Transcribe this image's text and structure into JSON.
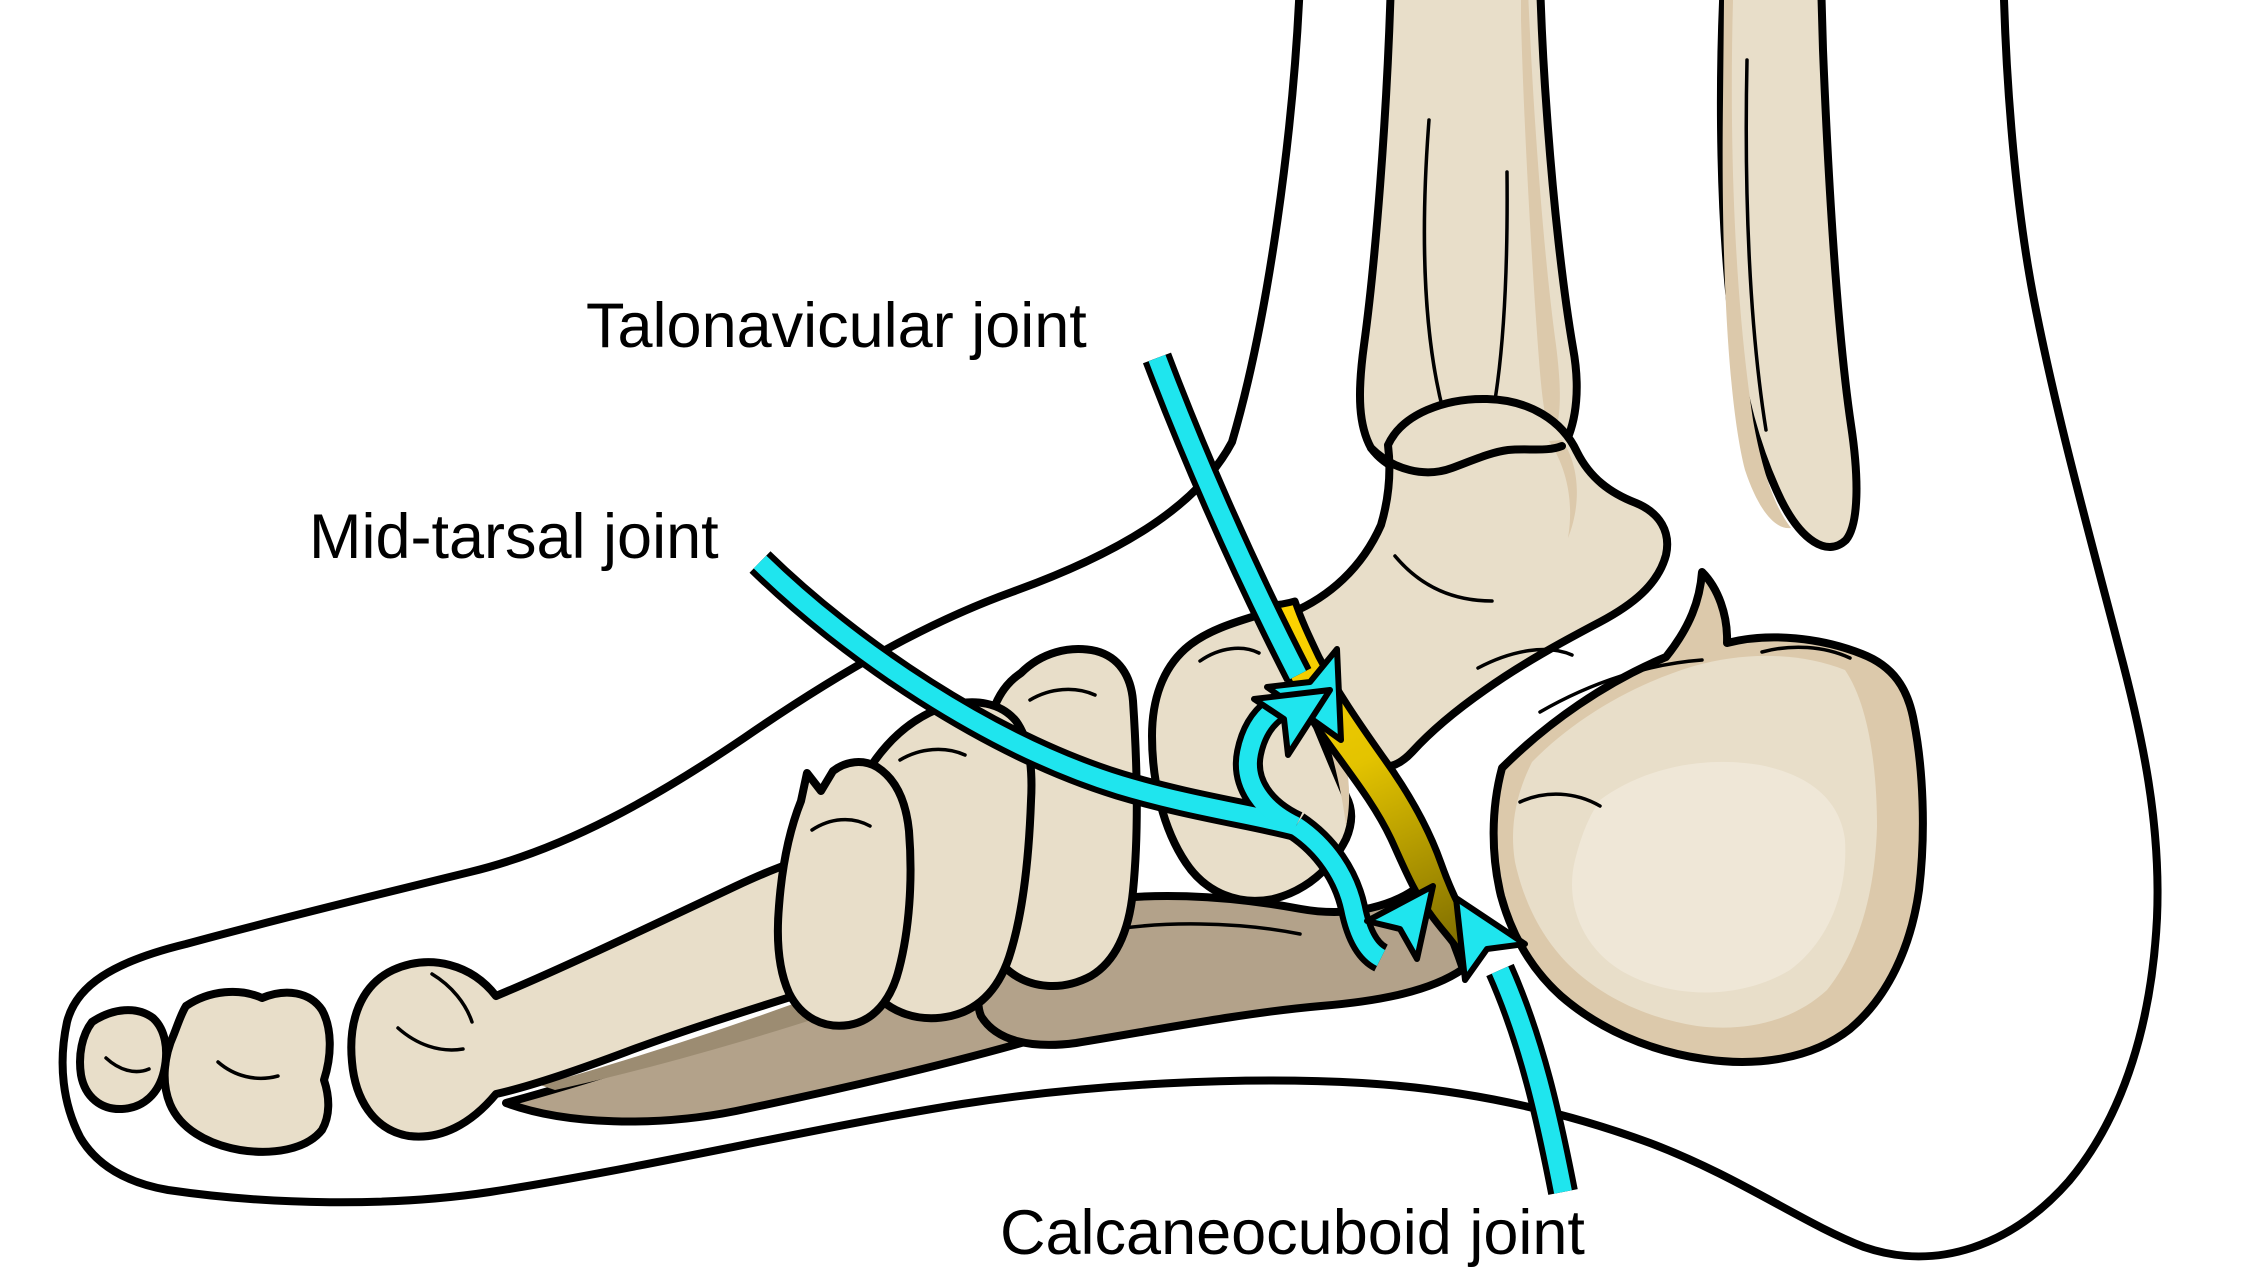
{
  "figure": {
    "type": "anatomical-diagram",
    "subject": "Lateral view of foot skeleton with joints highlighted",
    "labels": {
      "talonavicular": "Talonavicular joint",
      "midtarsal": "Mid-tarsal joint",
      "calcaneocuboid": "Calcaneocuboid joint"
    },
    "annotations": [
      {
        "label": "Talonavicular joint",
        "marker": "cyan-arrow",
        "points_to": "talonavicular-joint-highlight"
      },
      {
        "label": "Mid-tarsal joint",
        "marker": "cyan-forked-arrow",
        "points_to": "talonavicular-and-calcaneocuboid-joint-highlight"
      },
      {
        "label": "Calcaneocuboid joint",
        "marker": "cyan-arrow",
        "points_to": "calcaneocuboid-joint-highlight"
      }
    ],
    "colors": {
      "outline": "#000000",
      "skin_fill": "#ffffff",
      "bone_light": "#e8dec9",
      "bone_lighter": "#efe7d7",
      "bone_shade": "#dcc9ab",
      "bone_dark": "#b3a28a",
      "bone_darker": "#9c8c72",
      "arrow_cyan": "#1fe5ee",
      "joint_yellow": "#ffd400",
      "joint_olive": "#7d6c00"
    }
  }
}
